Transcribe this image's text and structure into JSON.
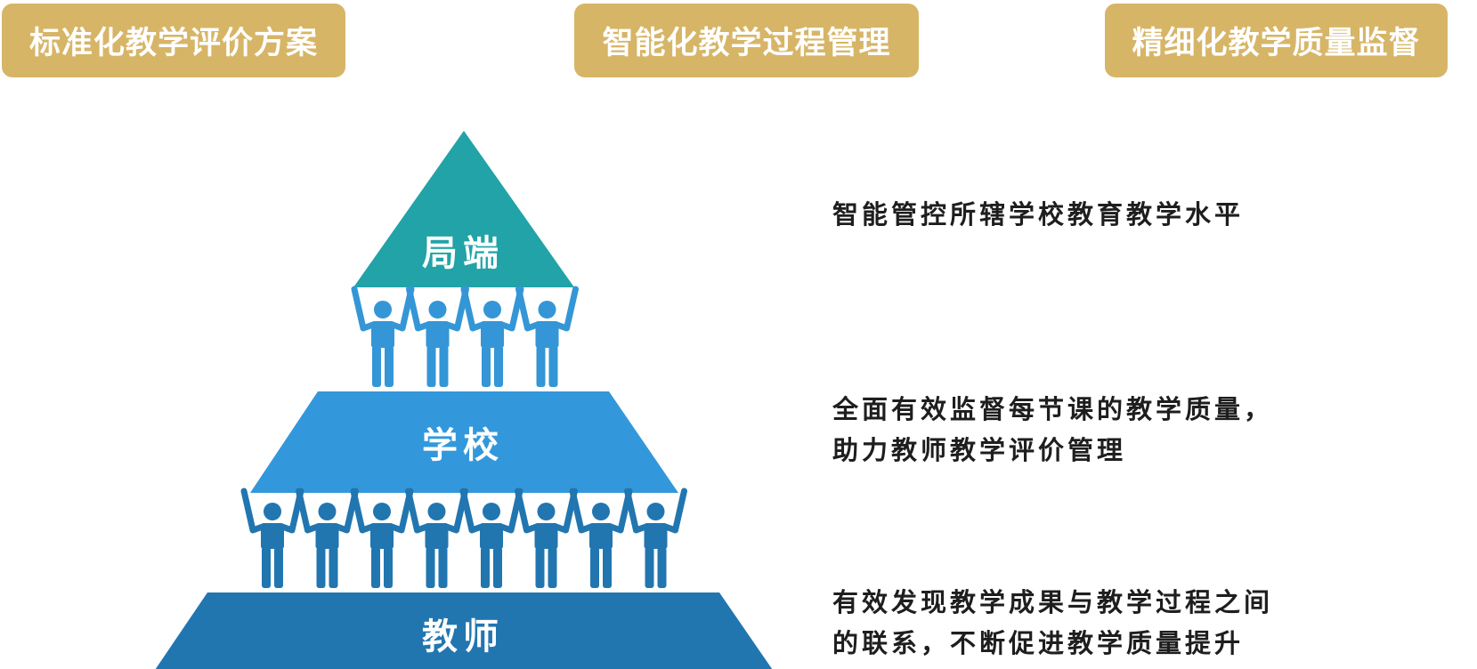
{
  "pills": [
    {
      "label": "标准化教学评价方案"
    },
    {
      "label": "智能化教学过程管理"
    },
    {
      "label": "精细化教学质量监督"
    }
  ],
  "tiers": [
    {
      "label": "局端",
      "color": "#21a3a7"
    },
    {
      "label": "学校",
      "color": "#3398db"
    },
    {
      "label": "教师",
      "color": "#2176b0"
    }
  ],
  "figures": {
    "top_row_count": 4,
    "top_row_color": "#3496d6",
    "bottom_row_count": 8,
    "bottom_row_color": "#2176b0",
    "icon": "person-arms-raised-icon"
  },
  "descriptions": [
    {
      "lines": [
        "智能管控所辖学校教育教学水平"
      ]
    },
    {
      "lines": [
        "全面有效监督每节课的教学质量，",
        "助力教师教学评价管理"
      ]
    },
    {
      "lines": [
        "有效发现教学成果与教学过程之间",
        "的联系，不断促进教学质量提升"
      ]
    }
  ]
}
